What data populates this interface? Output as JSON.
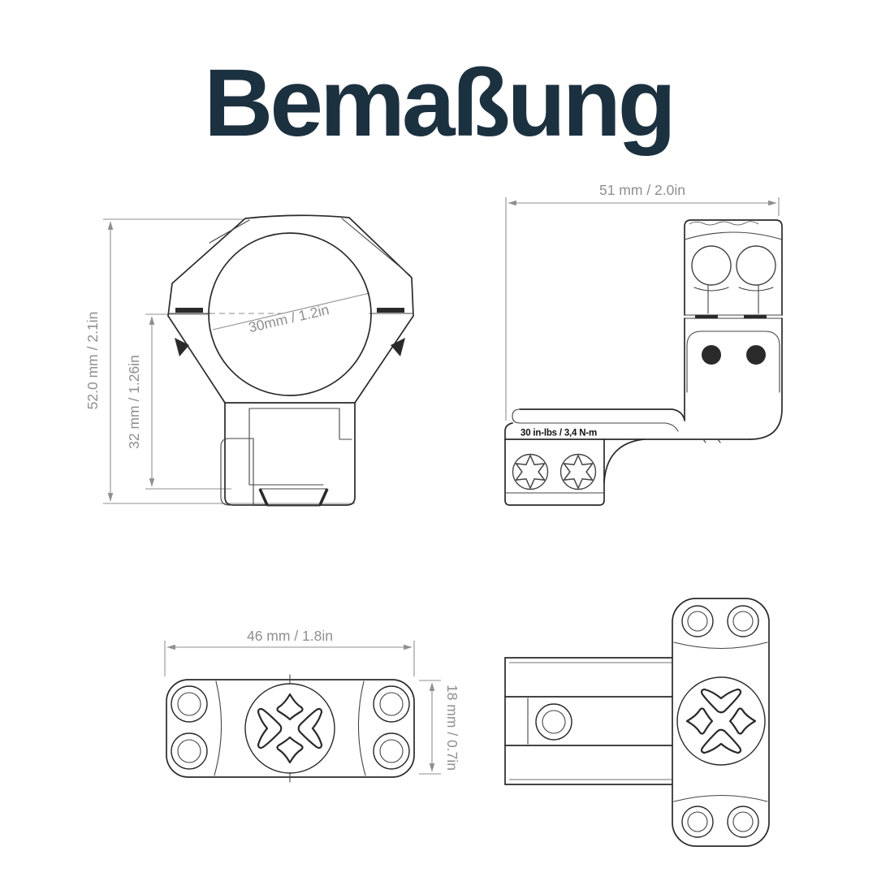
{
  "page": {
    "title": "Bemaßung"
  },
  "colors": {
    "title": "#1c3140",
    "outline": "#2a2a2a",
    "detail": "#444444",
    "dimension": "#8f8f8f",
    "torque_text": "#111111",
    "background": "#ffffff"
  },
  "views": {
    "front": {
      "label": "front view of scope ring",
      "dim_total_height": "52.0 mm / 2.1in",
      "dim_base_to_center": "32 mm / 1.26in",
      "dim_tube_diameter": "30mm / 1.2in"
    },
    "side": {
      "label": "side view of cantilever mount",
      "dim_length": "51 mm / 2.0in",
      "torque_spec": "30 in-lbs / 3,4 N-m"
    },
    "cap_top": {
      "label": "ring cap top view",
      "dim_width": "46 mm / 1.8in",
      "dim_depth": "18 mm / 0.7in"
    },
    "mount_top": {
      "label": "mount top view"
    }
  }
}
